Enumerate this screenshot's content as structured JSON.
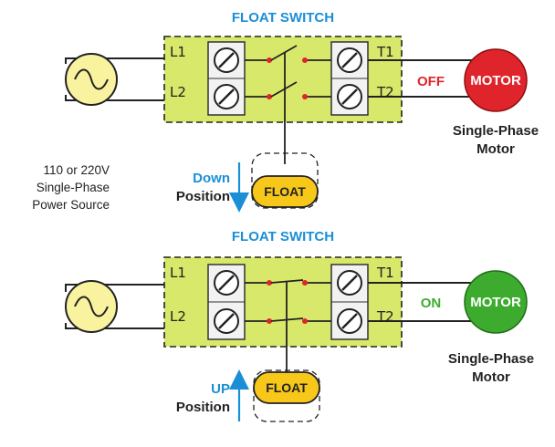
{
  "colors": {
    "title": "#1a8fd6",
    "panel_fill": "#d8e86a",
    "off": "#e0242b",
    "on": "#3dac2e",
    "motor_off": "#e0242b",
    "motor_on": "#3dac2e",
    "float_fill": "#f7c81a",
    "arrow": "#1a8fd6",
    "source_fill": "#f9f3a0"
  },
  "power_source": {
    "label_lines": [
      "110 or 220V",
      "Single-Phase",
      "Power Source"
    ]
  },
  "diagrams": [
    {
      "title": "FLOAT SWITCH",
      "terminals": {
        "l1": "L1",
        "l2": "L2",
        "t1": "T1",
        "t2": "T2"
      },
      "state": "OFF",
      "motor_label": "MOTOR",
      "motor_desc_lines": [
        "Single-Phase",
        "Motor"
      ],
      "position_word": "Down",
      "position_label": "Position",
      "float_label": "FLOAT",
      "contacts_closed": false
    },
    {
      "title": "FLOAT SWITCH",
      "terminals": {
        "l1": "L1",
        "l2": "L2",
        "t1": "T1",
        "t2": "T2"
      },
      "state": "ON",
      "motor_label": "MOTOR",
      "motor_desc_lines": [
        "Single-Phase",
        "Motor"
      ],
      "position_word": "UP",
      "position_label": "Position",
      "float_label": "FLOAT",
      "contacts_closed": true
    }
  ]
}
